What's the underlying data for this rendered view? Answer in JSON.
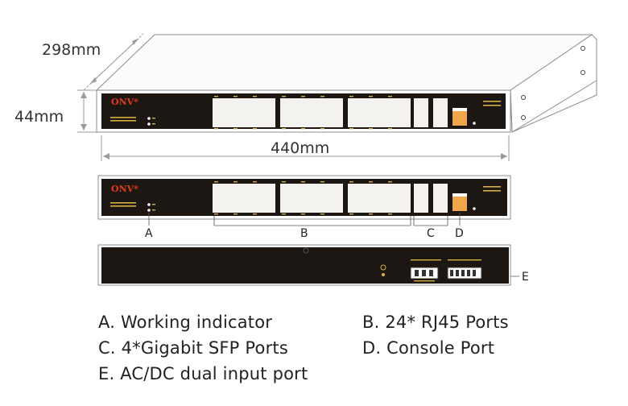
{
  "dimensions": {
    "depth": "298mm",
    "height": "44mm",
    "width": "440mm"
  },
  "brand": "ONV*",
  "callouts": [
    "A",
    "B",
    "C",
    "D",
    "E"
  ],
  "legend": [
    "A. Working indicator",
    "B. 24* RJ45 Ports",
    "C. 4*Gigabit SFP Ports",
    "D. Console Port",
    "E. AC/DC dual input port"
  ],
  "colors": {
    "panel": "#1c1712",
    "port_block": "#f4f2ee",
    "console_orange": "#f0a64a",
    "brand_red": "#e23b1a",
    "line": "#9a9a9a"
  }
}
